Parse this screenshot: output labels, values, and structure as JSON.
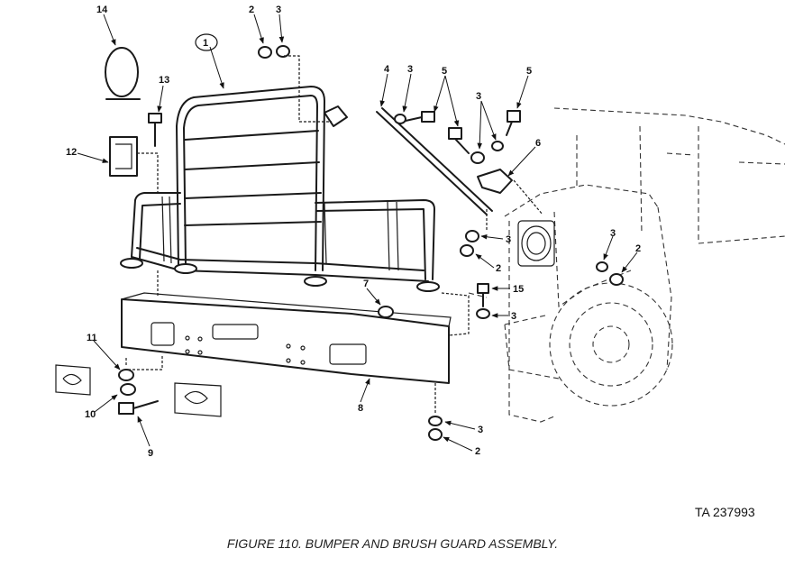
{
  "figure": {
    "caption": "FIGURE 110.  BUMPER AND BRUSH GUARD ASSEMBLY.",
    "ta_number": "TA 237993"
  },
  "callouts": {
    "c1": "1",
    "c2a": "2",
    "c3a": "3",
    "c14": "14",
    "c13": "13",
    "c12": "12",
    "c4": "4",
    "c3b": "3",
    "c5a": "5",
    "c5b": "5",
    "c3c": "3",
    "c6": "6",
    "c3d": "3",
    "c2b": "2",
    "c3e": "3",
    "c2c": "2",
    "c15": "15",
    "c3f": "3",
    "c7": "7",
    "c11": "11",
    "c10": "10",
    "c9": "9",
    "c8": "8",
    "c3g": "3",
    "c2d": "2"
  }
}
